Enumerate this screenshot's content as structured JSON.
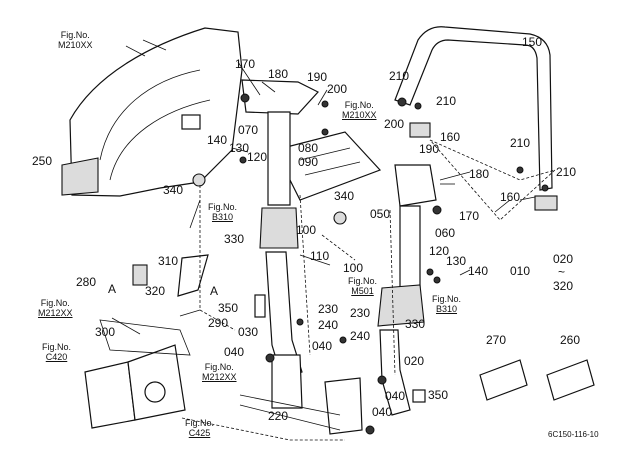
{
  "parts": {
    "p010": "010",
    "p020": "020",
    "p030": "030",
    "p040a": "040",
    "p040b": "040",
    "p040c": "040",
    "p040d": "040",
    "p050": "050",
    "p060": "060",
    "p070": "070",
    "p080": "080",
    "p090": "090",
    "p100a": "100",
    "p100b": "100",
    "p110": "110",
    "p120a": "120",
    "p120b": "120",
    "p130a": "130",
    "p130b": "130",
    "p140a": "140",
    "p140b": "140",
    "p150": "150",
    "p160a": "160",
    "p160b": "160",
    "p170a": "170",
    "p170b": "170",
    "p180a": "180",
    "p180b": "180",
    "p190a": "190",
    "p190b": "190",
    "p200a": "200",
    "p200b": "200",
    "p210a": "210",
    "p210b": "210",
    "p210c": "210",
    "p210d": "210",
    "p220": "220",
    "p230a": "230",
    "p230b": "230",
    "p240a": "240",
    "p240b": "240",
    "p250": "250",
    "p260": "260",
    "p270": "270",
    "p280": "280",
    "p290": "290",
    "p300": "300",
    "p310": "310",
    "p320": "320",
    "p330a": "330",
    "p330b": "330",
    "p340a": "340",
    "p340b": "340",
    "p350a": "350",
    "p350b": "350"
  },
  "range": {
    "from": "020",
    "sep": "~",
    "to": "320"
  },
  "refs": {
    "r1": {
      "a": "Fig.No.",
      "b": "M210XX"
    },
    "r2": {
      "a": "Fig.No.",
      "b": "M210XX"
    },
    "r3": {
      "a": "Fig.No.",
      "b": "B310"
    },
    "r4": {
      "a": "Fig.No.",
      "b": "M501"
    },
    "r5": {
      "a": "Fig.No.",
      "b": "B310"
    },
    "r6": {
      "a": "Fig.No.",
      "b": "M212XX"
    },
    "r7": {
      "a": "Fig.No.",
      "b": "C420"
    },
    "r8": {
      "a": "Fig.No.",
      "b": "M212XX"
    },
    "r9": {
      "a": "Fig.No.",
      "b": "C425"
    }
  },
  "markers": {
    "a1": "A",
    "a2": "A"
  },
  "diagram_code": "6C150-116-10"
}
